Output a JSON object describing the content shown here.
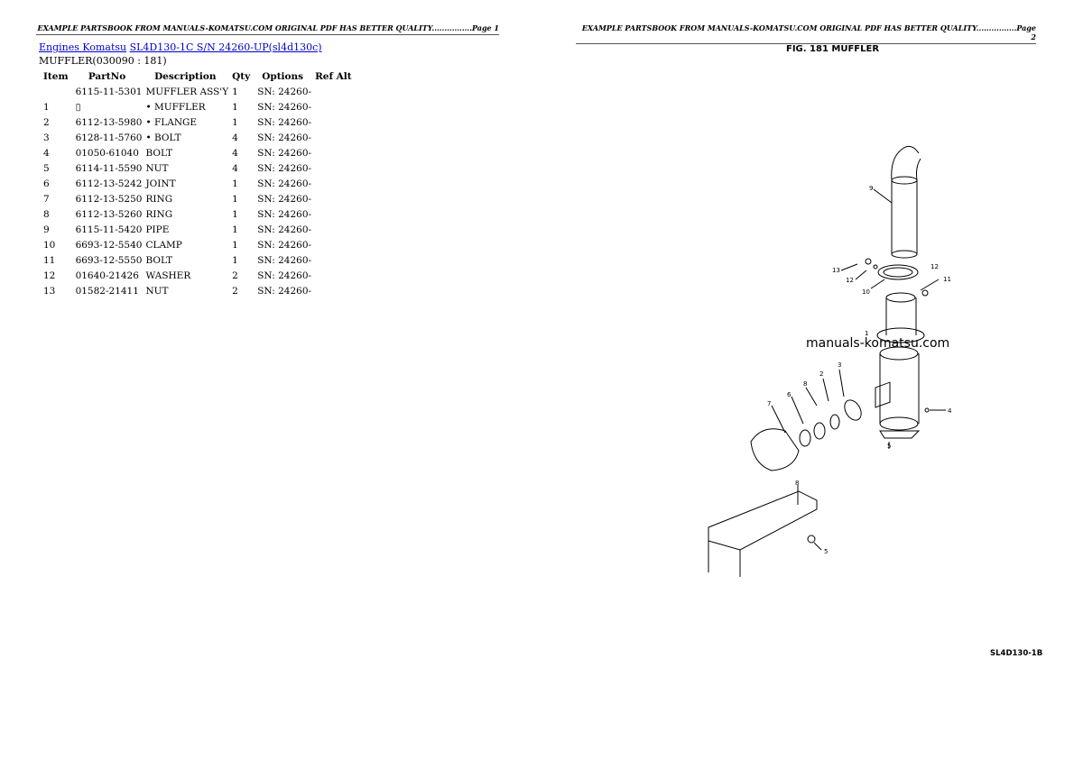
{
  "page1": {
    "header": "EXAMPLE PARTSBOOK FROM MANUALS-KOMATSU.COM ORIGINAL PDF HAS BETTER QUALITY................Page 1",
    "breadcrumb": {
      "link1": "Engines Komatsu",
      "link2": "SL4D130-1C S/N 24260-UP(sl4d130c)"
    },
    "subtitle": "MUFFLER(030090 : 181)",
    "table": {
      "headers": [
        "Item",
        "PartNo",
        "Description",
        "Qty",
        "Options",
        "Ref Alt"
      ],
      "rows": [
        [
          "",
          "6115-11-5301",
          "MUFFLER ASS'Y",
          "1",
          "SN: 24260-",
          ""
        ],
        [
          "1",
          "▯",
          "• MUFFLER",
          "1",
          "SN: 24260-",
          ""
        ],
        [
          "2",
          "6112-13-5980",
          "• FLANGE",
          "1",
          "SN: 24260-",
          ""
        ],
        [
          "3",
          "6128-11-5760",
          "• BOLT",
          "4",
          "SN: 24260-",
          ""
        ],
        [
          "4",
          "01050-61040",
          "BOLT",
          "4",
          "SN: 24260-",
          ""
        ],
        [
          "5",
          "6114-11-5590",
          "NUT",
          "4",
          "SN: 24260-",
          ""
        ],
        [
          "6",
          "6112-13-5242",
          "JOINT",
          "1",
          "SN: 24260-",
          ""
        ],
        [
          "7",
          "6112-13-5250",
          "RING",
          "1",
          "SN: 24260-",
          ""
        ],
        [
          "8",
          "6112-13-5260",
          "RING",
          "1",
          "SN: 24260-",
          ""
        ],
        [
          "9",
          "6115-11-5420",
          "PIPE",
          "1",
          "SN: 24260-",
          ""
        ],
        [
          "10",
          "6693-12-5540",
          "CLAMP",
          "1",
          "SN: 24260-",
          ""
        ],
        [
          "11",
          "6693-12-5550",
          "BOLT",
          "1",
          "SN: 24260-",
          ""
        ],
        [
          "12",
          "01640-21426",
          "WASHER",
          "2",
          "SN: 24260-",
          ""
        ],
        [
          "13",
          "01582-21411",
          "NUT",
          "2",
          "SN: 24260-",
          ""
        ]
      ]
    }
  },
  "page2": {
    "header": "EXAMPLE PARTSBOOK FROM MANUALS-KOMATSU.COM ORIGINAL PDF HAS BETTER QUALITY................Page 2",
    "fig_title": "FIG. 181  MUFFLER",
    "watermark": "manuals-komatsu.com",
    "fig_code": "SL4D130-1B",
    "callouts": [
      "9",
      "13",
      "12",
      "12",
      "10",
      "11",
      "1",
      "2",
      "3",
      "8",
      "6",
      "7",
      "4",
      "5",
      "8",
      "5"
    ]
  },
  "colors": {
    "link": "#0000cc"
  }
}
